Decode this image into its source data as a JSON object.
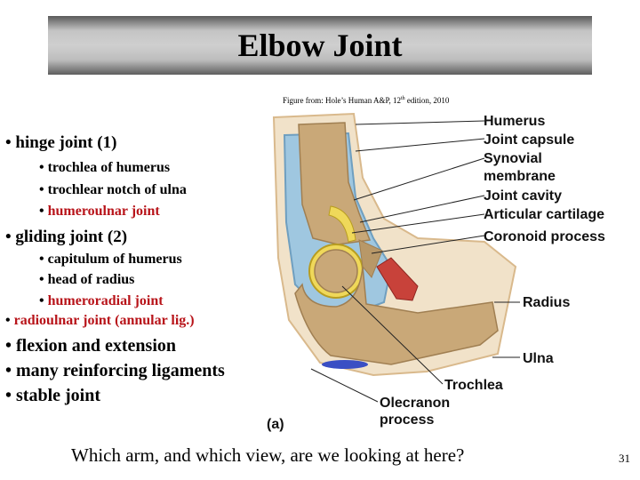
{
  "slide": {
    "title": "Elbow Joint",
    "credit": {
      "pre": "Figure from: Hole’s Human A&P, 12",
      "sup": "th",
      "post": " edition, 2010"
    },
    "bullets": [
      {
        "text": "• hinge joint (1)"
      },
      {
        "text": "• trochlea of humerus"
      },
      {
        "text": "• trochlear notch of ulna"
      },
      {
        "prefix": "• ",
        "text": "humeroulnar joint"
      },
      {
        "text": "• gliding joint (2)"
      },
      {
        "text": "• capitulum of humerus"
      },
      {
        "text": "• head of radius"
      },
      {
        "prefix": "• ",
        "text": "humeroradial joint"
      },
      {
        "prefix": "• ",
        "text": "radioulnar joint (annular lig.)"
      },
      {
        "text": "• flexion and extension"
      },
      {
        "text": "• many reinforcing ligaments"
      },
      {
        "text": "• stable joint"
      }
    ],
    "figure": {
      "panel_label": "(a)",
      "labels": [
        "Humerus",
        "Joint capsule",
        "Synovial",
        "membrane",
        "Joint cavity",
        "Articular cartilage",
        "Coronoid process",
        "Radius",
        "Ulna",
        "Trochlea",
        "Olecranon",
        "process"
      ]
    },
    "question": "Which arm, and which view, are we looking at here?",
    "page_number": "31",
    "colors": {
      "red_text": "#b8141a",
      "bone": "#c9a878",
      "capsule": "#9fc7e0",
      "cartilage": "#efd85a",
      "muscle": "#c8423a",
      "ligament": "#3a4fc4"
    }
  }
}
